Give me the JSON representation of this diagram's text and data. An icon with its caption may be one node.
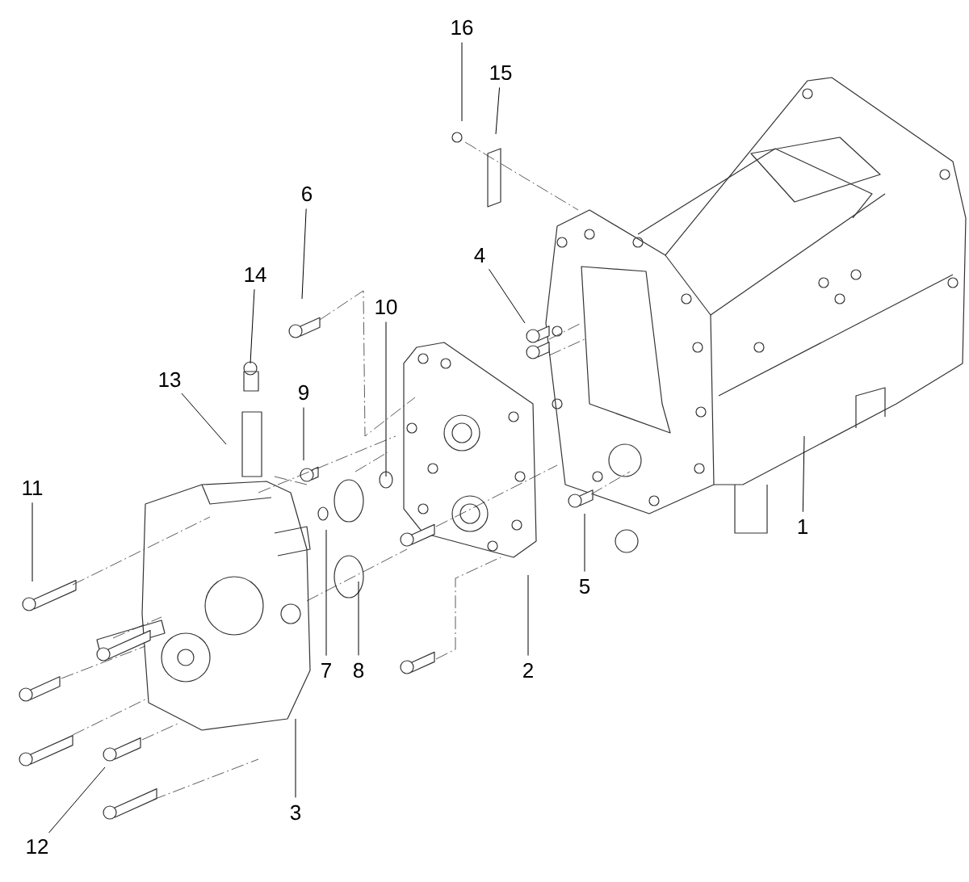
{
  "diagram": {
    "nodes": [
      {
        "text": [
          "1"
        ]
      },
      {
        "text": [
          "2"
        ]
      },
      {
        "text": [
          "3"
        ]
      },
      {
        "text": [
          "4"
        ]
      },
      {
        "text": [
          "5"
        ]
      },
      {
        "text": [
          "6"
        ]
      },
      {
        "text": [
          "7"
        ]
      },
      {
        "text": [
          "8"
        ]
      },
      {
        "text": [
          "9"
        ]
      },
      {
        "text": [
          "10"
        ]
      },
      {
        "text": [
          "11"
        ]
      },
      {
        "text": [
          "12"
        ]
      },
      {
        "text": [
          "13"
        ]
      },
      {
        "text": [
          "14"
        ]
      },
      {
        "text": [
          "15"
        ]
      },
      {
        "text": [
          "16"
        ]
      }
    ],
    "edges": [
      {
        "from": 0,
        "to": null,
        "arrow": "none"
      },
      {
        "from": 1,
        "to": null,
        "arrow": "none"
      },
      {
        "from": 2,
        "to": null,
        "arrow": "none"
      },
      {
        "from": 3,
        "to": null,
        "arrow": "none"
      },
      {
        "from": 4,
        "to": null,
        "arrow": "none"
      },
      {
        "from": 5,
        "to": null,
        "arrow": "none"
      },
      {
        "from": 6,
        "to": null,
        "arrow": "none"
      },
      {
        "from": 7,
        "to": null,
        "arrow": "none"
      },
      {
        "from": 8,
        "to": null,
        "arrow": "none"
      },
      {
        "from": 9,
        "to": null,
        "arrow": "none"
      },
      {
        "from": 10,
        "to": null,
        "arrow": "none"
      },
      {
        "from": 11,
        "to": null,
        "arrow": "none"
      },
      {
        "from": 12,
        "to": null,
        "arrow": "none"
      },
      {
        "from": 13,
        "to": null,
        "arrow": "none"
      },
      {
        "from": 14,
        "to": null,
        "arrow": "none"
      },
      {
        "from": 15,
        "to": null,
        "arrow": "none"
      }
    ]
  }
}
